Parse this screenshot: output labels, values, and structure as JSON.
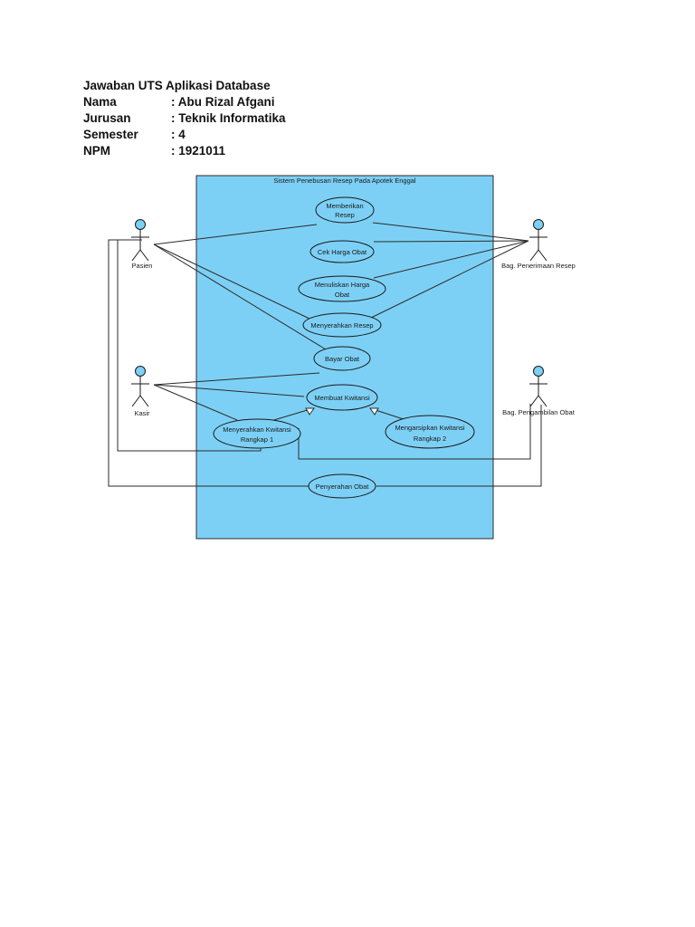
{
  "header": {
    "title": "Jawaban UTS Aplikasi Database",
    "rows": [
      {
        "label": "Nama",
        "value": ": Abu Rizal Afgani"
      },
      {
        "label": "Jurusan",
        "value": ": Teknik Informatika"
      },
      {
        "label": "Semester",
        "value": ": 4"
      },
      {
        "label": "NPM",
        "value": ": 1921011"
      }
    ]
  },
  "diagram": {
    "system_title": "Sistern Penebusan Resep Pada Apotek Enggal",
    "boundary_color": "#7dd0f5",
    "actor_head_color": "#7dd0f5",
    "actors": {
      "pasien": "Pasien",
      "kasir": "Kasir",
      "penerimaan": "Bag. Penerimaan Resep",
      "pengambilan": "Bag. Pengambilan Obat"
    },
    "usecases": {
      "memberikan": [
        "Memberikan",
        "Resep"
      ],
      "cek_harga": "Cek Harga Obat",
      "menuliskan": [
        "Menuliskan Harga",
        "Obat"
      ],
      "menyerahkan_resep": "Menyerahkan Resep",
      "bayar": "Bayar Obat",
      "membuat_kwitansi": "Membuat Kwitansi",
      "menyerahkan_kwitansi": [
        "Menyerahkan Kwitansi",
        "Rangkap 1"
      ],
      "mengarsipkan": [
        "Mengarsipkan Kwitansi",
        "Rangkap 2"
      ],
      "penyerahan": "Penyerahan Obat"
    }
  }
}
